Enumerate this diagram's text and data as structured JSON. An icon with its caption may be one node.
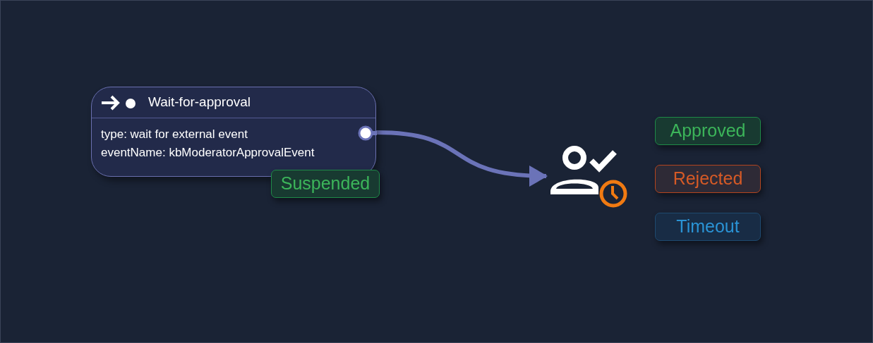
{
  "diagram": {
    "nodes": [
      {
        "text": [
          "Wait-for-approval",
          "type: wait for external event",
          "eventName: kbModeratorApprovalEvent"
        ]
      },
      {
        "text": [
          "Suspended"
        ]
      },
      {
        "text": [],
        "shape": "person"
      },
      {
        "text": [
          "Approved"
        ]
      },
      {
        "text": [
          "Rejected"
        ]
      },
      {
        "text": [
          "Timeout"
        ]
      }
    ],
    "edges": [
      {
        "from": 0,
        "to": 2,
        "arrow": "to"
      }
    ]
  }
}
